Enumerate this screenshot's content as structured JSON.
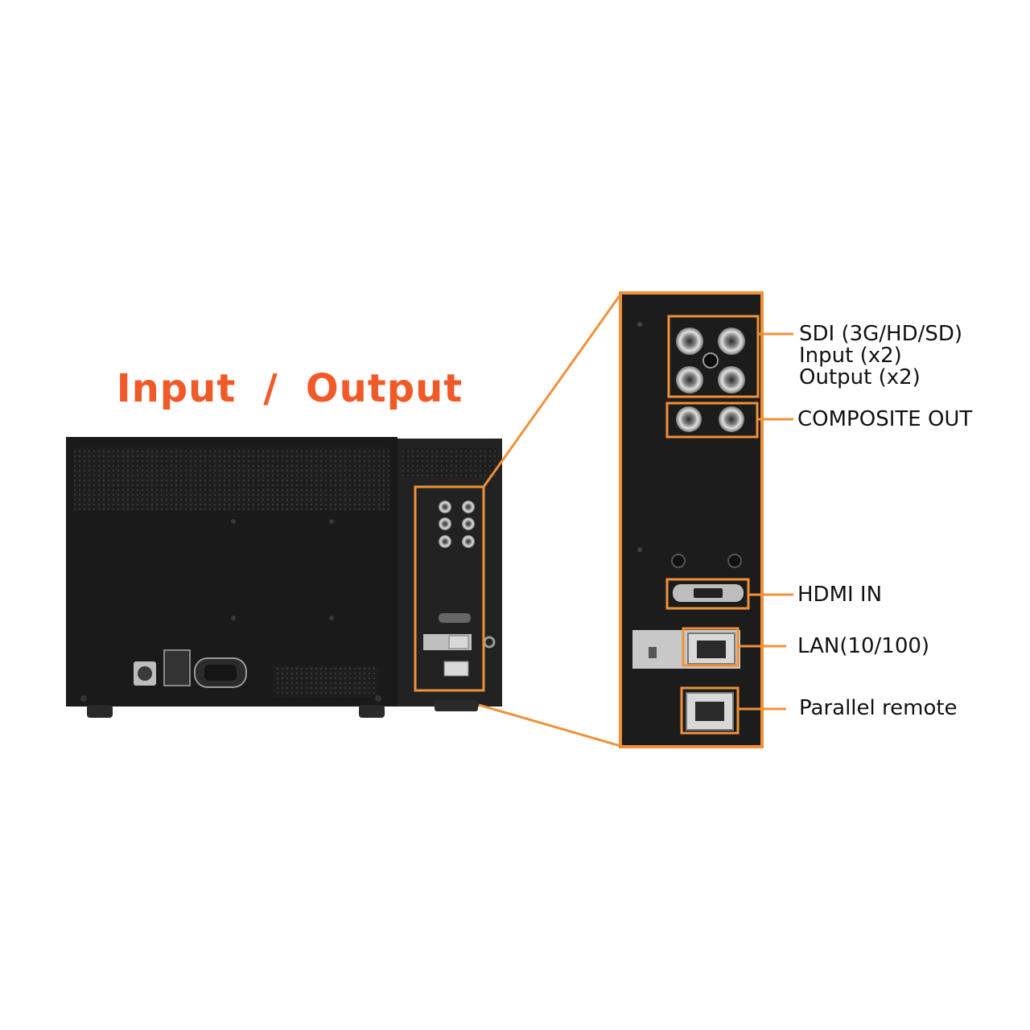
{
  "heading": {
    "input": "Input",
    "separator": "/",
    "output": "Output",
    "color": "#f05a28"
  },
  "accent_color": "#f0913a",
  "callouts": {
    "sdi": [
      "SDI (3G/HD/SD)",
      "Input (x2)",
      "Output (x2)"
    ],
    "composite": "COMPOSITE OUT",
    "hdmi": "HDMI IN",
    "lan": "LAN(10/100)",
    "parallel": "Parallel remote"
  }
}
